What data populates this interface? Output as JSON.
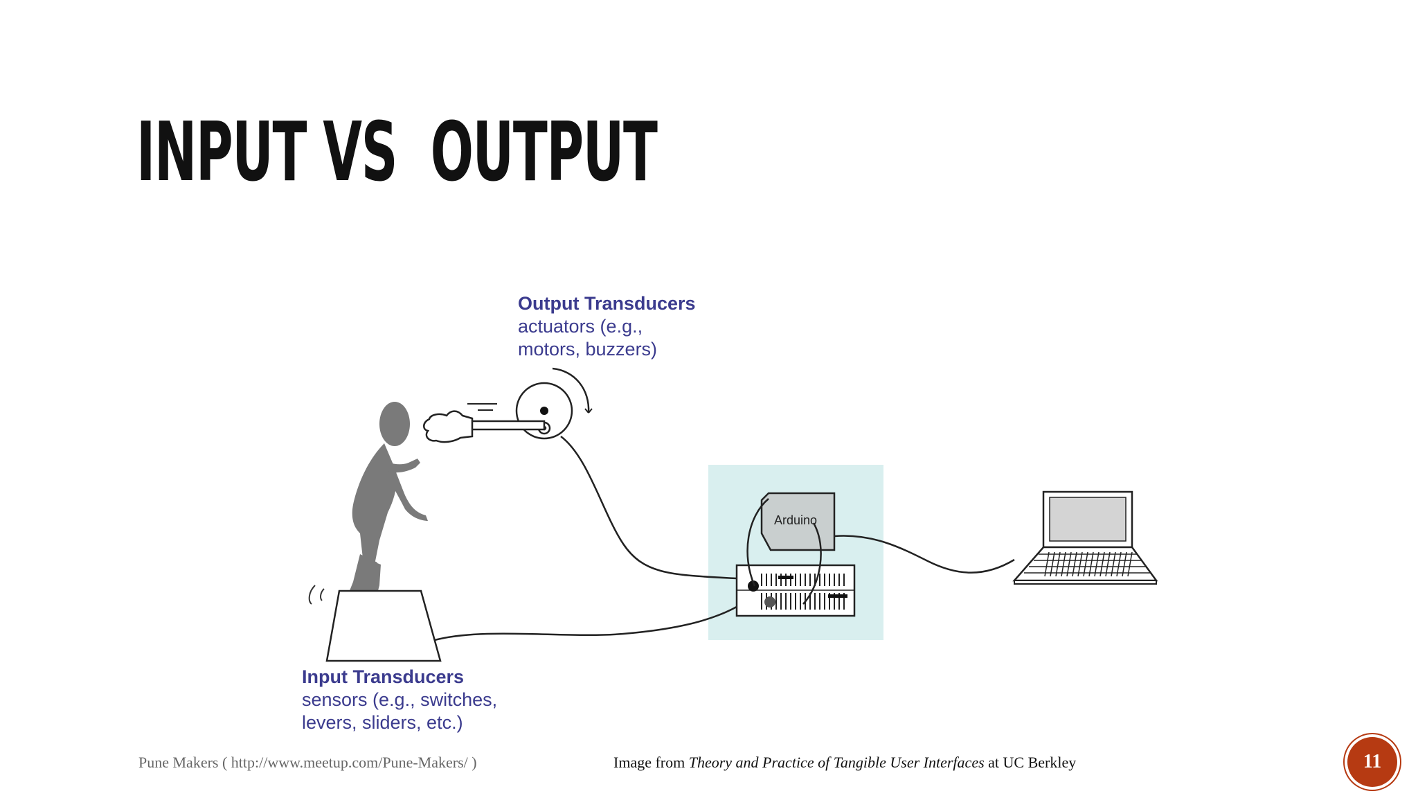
{
  "slide": {
    "title": "INPUT VS  OUTPUT",
    "page_number": "11",
    "accent_color": "#b63a12"
  },
  "diagram": {
    "output": {
      "heading": "Output Transducers",
      "line1": "actuators (e.g.,",
      "line2": "motors, buzzers)"
    },
    "input": {
      "heading": "Input Transducers",
      "line1": "sensors (e.g., switches,",
      "line2": "levers, sliders, etc.)"
    },
    "board_label": "Arduino",
    "label_color": "#3b3b8e",
    "highlight_color": "#d9efef"
  },
  "footer": {
    "left": "Pune Makers ( http://www.meetup.com/Pune-Makers/ )",
    "credit_prefix": "Image from ",
    "credit_title": "Theory and Practice of Tangible User Interfaces",
    "credit_suffix": " at UC Berkley"
  }
}
